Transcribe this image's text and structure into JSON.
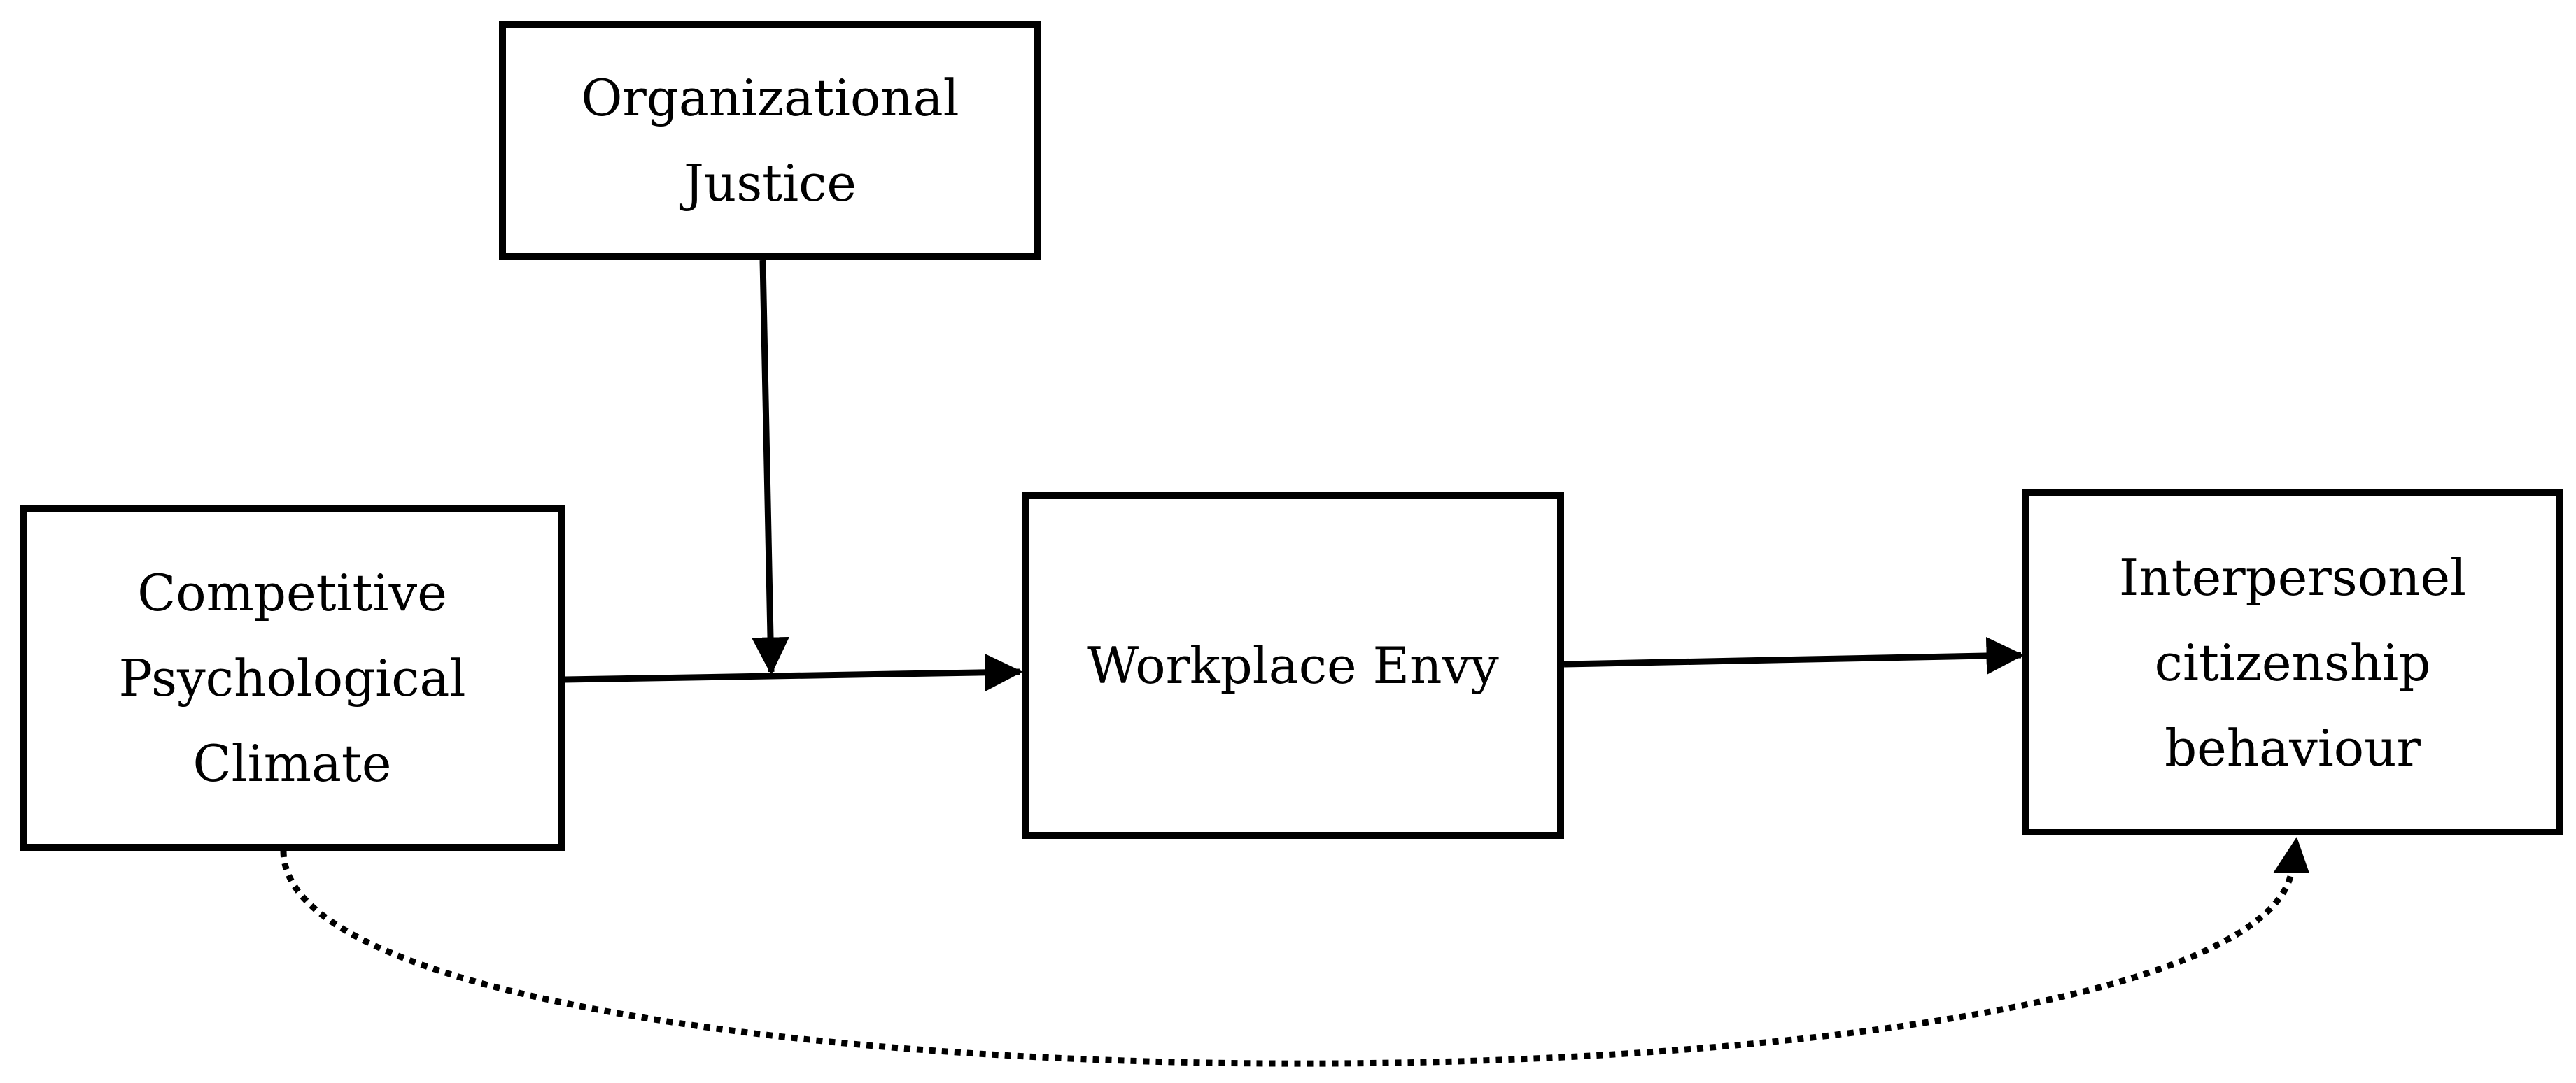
{
  "nodes": {
    "organizational_justice": {
      "lines": [
        "Organizational",
        "Justice"
      ]
    },
    "competitive_psychological_climate": {
      "lines": [
        "Competitive",
        "Psychological",
        "Climate"
      ]
    },
    "workplace_envy": {
      "lines": [
        "Workplace Envy"
      ]
    },
    "interpersonel_citizenship_behaviour": {
      "lines": [
        "Interpersonel",
        "citizenship",
        "behaviour"
      ]
    }
  },
  "edges": [
    {
      "from": "competitive_psychological_climate",
      "to": "workplace_envy",
      "style": "solid"
    },
    {
      "from": "organizational_justice",
      "to": "competitive_psychological_climate->workplace_envy",
      "style": "solid"
    },
    {
      "from": "workplace_envy",
      "to": "interpersonel_citizenship_behaviour",
      "style": "solid"
    },
    {
      "from": "competitive_psychological_climate",
      "to": "interpersonel_citizenship_behaviour",
      "style": "dotted"
    }
  ],
  "colors": {
    "stroke": "#000000",
    "background": "#ffffff"
  }
}
